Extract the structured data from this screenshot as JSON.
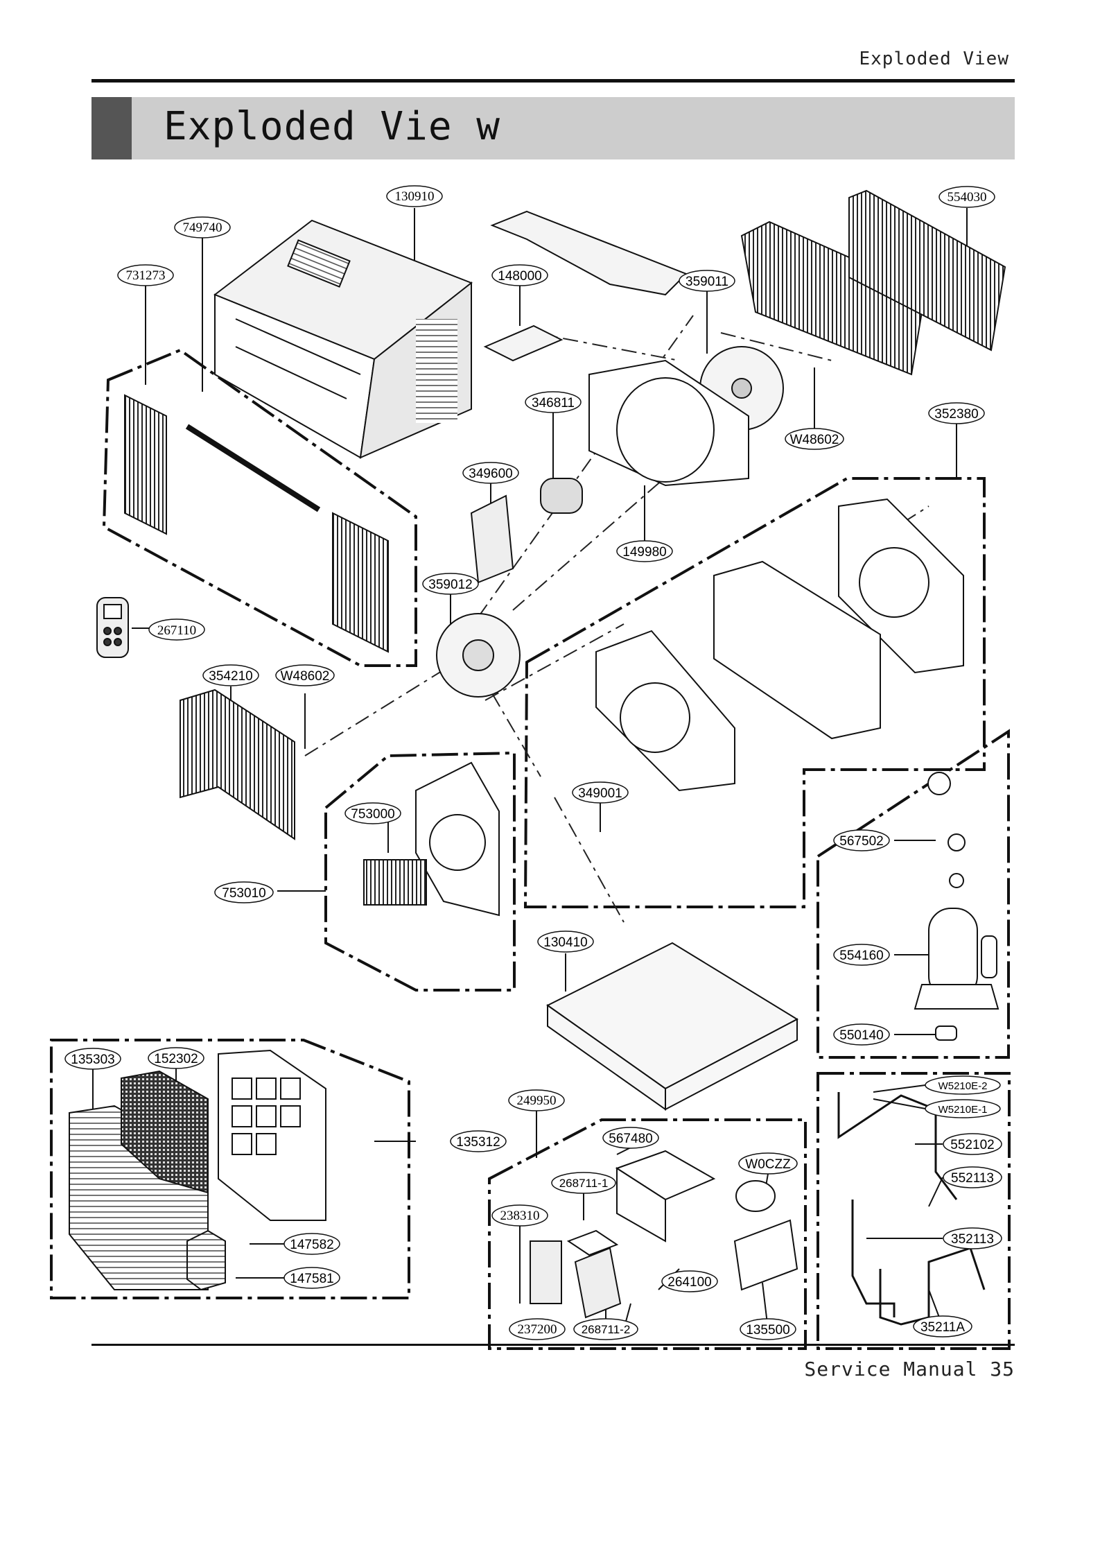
{
  "header": {
    "section": "Exploded View",
    "title": "Exploded Vie w"
  },
  "footer": {
    "text": "Service Manual 35"
  },
  "parts": {
    "p130910": "130910",
    "p749740": "749740",
    "p731273": "731273",
    "p148000": "148000",
    "p359011": "359011",
    "p554030": "554030",
    "p346811": "346811",
    "pW48602a": "W48602",
    "p352380": "352380",
    "p349600": "349600",
    "p149980": "149980",
    "p359012": "359012",
    "p267110": "267110",
    "p354210": "354210",
    "pW48602b": "W48602",
    "p753000": "753000",
    "p753010": "753010",
    "p349001": "349001",
    "p567502": "567502",
    "p554160": "554160",
    "p130410": "130410",
    "p550140": "550140",
    "p135303": "135303",
    "p152302": "152302",
    "p135312": "135312",
    "p147582": "147582",
    "p147581": "147581",
    "p249950": "249950",
    "p567480": "567480",
    "pW0CZZ": "W0CZZ",
    "p268711_1": "268711-1",
    "p238310": "238310",
    "p264100": "264100",
    "p237200": "237200",
    "p268711_2": "268711-2",
    "p135500": "135500",
    "pW5210E_2": "W5210E-2",
    "pW5210E_1": "W5210E-1",
    "p552102": "552102",
    "p552113": "552113",
    "p352113": "352113",
    "p35211A": "35211A"
  }
}
